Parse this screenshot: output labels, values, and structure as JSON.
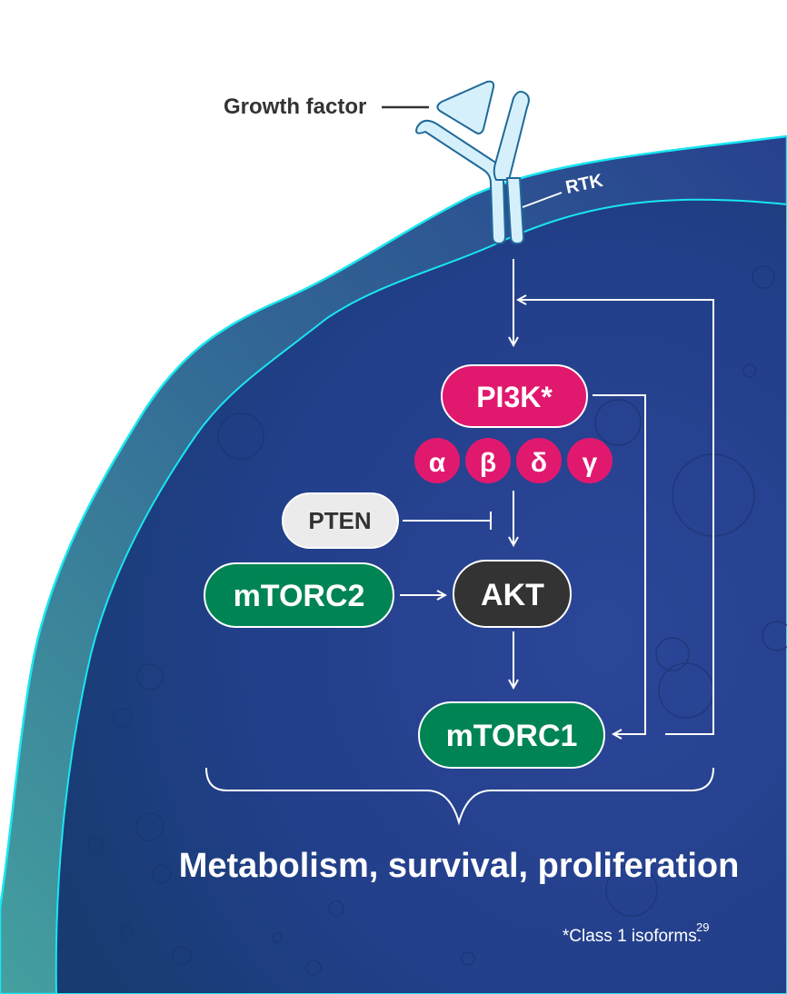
{
  "labels": {
    "growth_factor": "Growth factor",
    "rtk": "RTK",
    "pi3k": "PI3K*",
    "isoforms": [
      "α",
      "β",
      "δ",
      "γ"
    ],
    "pten": "PTEN",
    "mtorc2": "mTORC2",
    "akt": "AKT",
    "mtorc1": "mTORC1",
    "outcome": "Metabolism, survival, proliferation",
    "footnote": "*Class 1 isoforms.",
    "footnote_ref": "29"
  },
  "colors": {
    "pi3k": "#e0196f",
    "pten": "#ebebeb",
    "mtorc": "#008454",
    "akt": "#333333",
    "membrane_edge": "#19e6f0",
    "receptor": "#d6f0fb"
  }
}
